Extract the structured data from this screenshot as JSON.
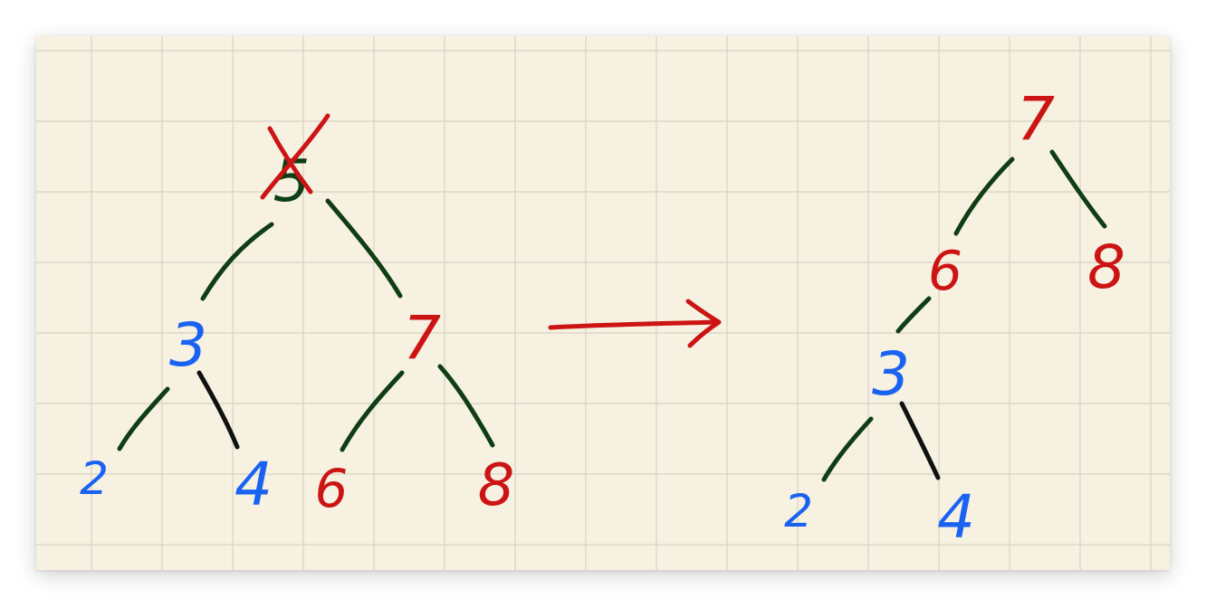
{
  "colors": {
    "paper": "#f6f1e1",
    "grid": "#d7d3c6",
    "edge_green": "#0f3d14",
    "edge_black": "#111111",
    "blue": "#1a62f2",
    "red": "#cc1414"
  },
  "before_tree": {
    "nodes": {
      "root": {
        "label": "5",
        "color": "green",
        "deleted": true
      },
      "left": {
        "label": "3",
        "color": "blue"
      },
      "right": {
        "label": "7",
        "color": "red"
      },
      "ll": {
        "label": "2",
        "color": "blue"
      },
      "lr": {
        "label": "4",
        "color": "blue"
      },
      "rl": {
        "label": "6",
        "color": "red"
      },
      "rr": {
        "label": "8",
        "color": "red"
      }
    }
  },
  "after_tree": {
    "nodes": {
      "root": {
        "label": "7",
        "color": "red"
      },
      "left": {
        "label": "6",
        "color": "red"
      },
      "right": {
        "label": "8",
        "color": "red"
      },
      "ll": {
        "label": "3",
        "color": "blue"
      },
      "lll": {
        "label": "2",
        "color": "blue"
      },
      "llr": {
        "label": "4",
        "color": "blue"
      }
    }
  },
  "arrow": {
    "color": "red",
    "icon": "right-arrow-icon"
  }
}
